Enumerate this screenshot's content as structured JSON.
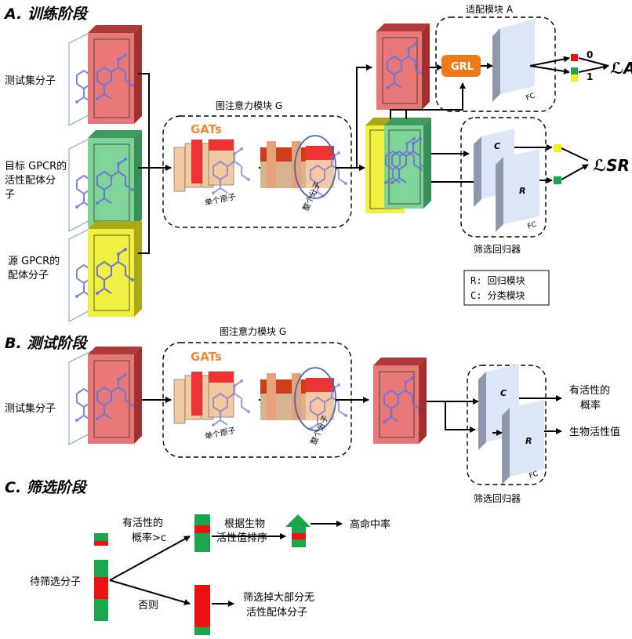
{
  "sections": {
    "a": "A.  训练阶段",
    "b": "B.  测试阶段",
    "c": "C.  筛选阶段"
  },
  "inputs": {
    "test_mol": "测试集分子",
    "target_l1": "目标 GPCR的",
    "target_l2": "活性配体分",
    "target_l3": "子",
    "source_l1": "源 GPCR的",
    "source_l2": "配体分子"
  },
  "modules": {
    "graph_attention_a": "图注意力模块 G",
    "graph_attention_b": "图注意力模块 G",
    "gats_a": "GATs",
    "gats_b": "GATs",
    "single_atom_a": "单个原子",
    "single_atom_b": "单个原子",
    "whole_mol_a": "整个分子",
    "whole_mol_b": "整个分子",
    "adapt": "适配模块 A",
    "grl": "GRL",
    "fc": "FC",
    "screen_regressor_a": "筛选回归器",
    "screen_regressor_b": "筛选回归器",
    "c_label": "C",
    "r_label": "R"
  },
  "losses": {
    "la": "ℒA",
    "lsr": "ℒSR",
    "zero": "0",
    "one": "1"
  },
  "legend": {
    "r": "R: 回归模块",
    "c": "C: 分类模块"
  },
  "outputs": {
    "prob_l1": "有活性的",
    "prob_l2": "概率",
    "bioactivity": "生物活性值"
  },
  "screening": {
    "to_screen": "待筛选分子",
    "cond_l1": "有活性的",
    "cond_l2": "概率>c",
    "sort_l1": "根据生物",
    "sort_l2": "活性值排序",
    "hit": "高命中率",
    "else": "否则",
    "filter_l1": "筛选掉大部分无",
    "filter_l2": "活性配体分子"
  },
  "colors": {
    "red_panel": "#e87878",
    "green_panel": "#7fd49a",
    "yellow_panel": "#f0f040",
    "grl": "#ef7a1c",
    "fc": "#dde6f6",
    "bar_red": "#ee1111",
    "bar_green": "#1aa64a",
    "gats_orange": "#f08a3a"
  }
}
